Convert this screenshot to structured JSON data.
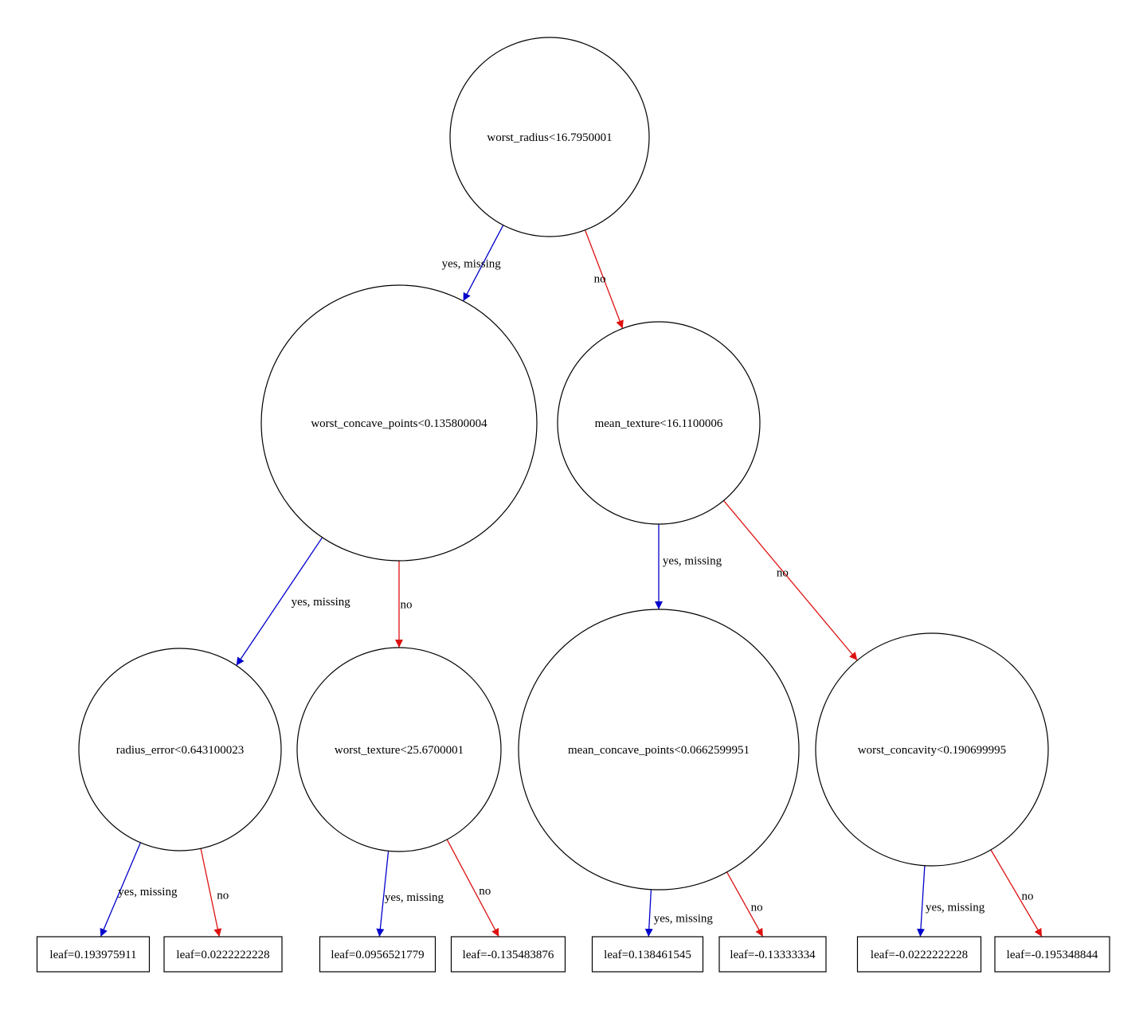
{
  "colors": {
    "yes_edge": "#0000cc",
    "no_edge": "#dd1111",
    "node_stroke": "#000000",
    "background": "#ffffff"
  },
  "nodes": [
    {
      "id": "n0",
      "type": "split",
      "label": "worst_radius<16.7950001"
    },
    {
      "id": "n1",
      "type": "split",
      "label": "worst_concave_points<0.135800004"
    },
    {
      "id": "n2",
      "type": "split",
      "label": "mean_texture<16.1100006"
    },
    {
      "id": "n3",
      "type": "split",
      "label": "radius_error<0.643100023"
    },
    {
      "id": "n4",
      "type": "split",
      "label": "worst_texture<25.6700001"
    },
    {
      "id": "n5",
      "type": "split",
      "label": "mean_concave_points<0.0662599951"
    },
    {
      "id": "n6",
      "type": "split",
      "label": "worst_concavity<0.190699995"
    },
    {
      "id": "l1",
      "type": "leaf",
      "label": "leaf=0.193975911"
    },
    {
      "id": "l2",
      "type": "leaf",
      "label": "leaf=0.0222222228"
    },
    {
      "id": "l3",
      "type": "leaf",
      "label": "leaf=0.0956521779"
    },
    {
      "id": "l4",
      "type": "leaf",
      "label": "leaf=-0.135483876"
    },
    {
      "id": "l5",
      "type": "leaf",
      "label": "leaf=0.138461545"
    },
    {
      "id": "l6",
      "type": "leaf",
      "label": "leaf=-0.13333334"
    },
    {
      "id": "l7",
      "type": "leaf",
      "label": "leaf=-0.0222222228"
    },
    {
      "id": "l8",
      "type": "leaf",
      "label": "leaf=-0.195348844"
    }
  ],
  "edges": [
    {
      "from": "n0",
      "to": "n1",
      "kind": "yes",
      "label": "yes, missing"
    },
    {
      "from": "n0",
      "to": "n2",
      "kind": "no",
      "label": "no"
    },
    {
      "from": "n1",
      "to": "n3",
      "kind": "yes",
      "label": "yes, missing"
    },
    {
      "from": "n1",
      "to": "n4",
      "kind": "no",
      "label": "no"
    },
    {
      "from": "n2",
      "to": "n5",
      "kind": "yes",
      "label": "yes, missing"
    },
    {
      "from": "n2",
      "to": "n6",
      "kind": "no",
      "label": "no"
    },
    {
      "from": "n3",
      "to": "l1",
      "kind": "yes",
      "label": "yes, missing"
    },
    {
      "from": "n3",
      "to": "l2",
      "kind": "no",
      "label": "no"
    },
    {
      "from": "n4",
      "to": "l3",
      "kind": "yes",
      "label": "yes, missing"
    },
    {
      "from": "n4",
      "to": "l4",
      "kind": "no",
      "label": "no"
    },
    {
      "from": "n5",
      "to": "l5",
      "kind": "yes",
      "label": "yes, missing"
    },
    {
      "from": "n5",
      "to": "l6",
      "kind": "no",
      "label": "no"
    },
    {
      "from": "n6",
      "to": "l7",
      "kind": "yes",
      "label": "yes, missing"
    },
    {
      "from": "n6",
      "to": "l8",
      "kind": "no",
      "label": "no"
    }
  ]
}
